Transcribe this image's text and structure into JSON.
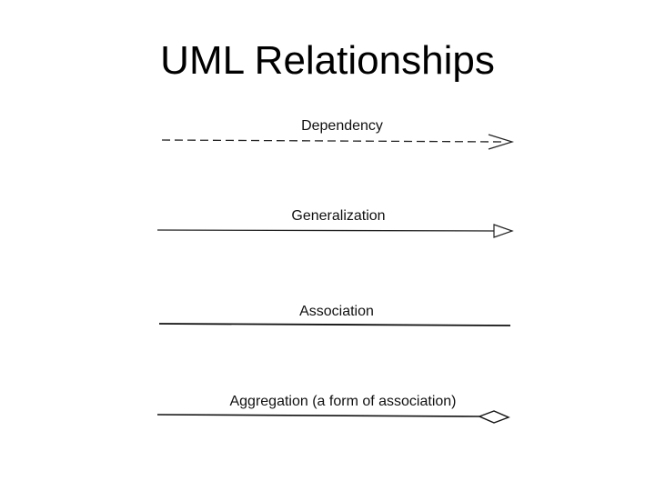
{
  "title": "UML Relationships",
  "relationships": [
    {
      "label": "Dependency",
      "line_style": "dashed",
      "arrowhead": "open-arrow"
    },
    {
      "label": "Generalization",
      "line_style": "solid",
      "arrowhead": "hollow-triangle"
    },
    {
      "label": "Association",
      "line_style": "solid",
      "arrowhead": "none"
    },
    {
      "label": "Aggregation (a form of association)",
      "line_style": "solid",
      "arrowhead": "hollow-diamond"
    }
  ]
}
